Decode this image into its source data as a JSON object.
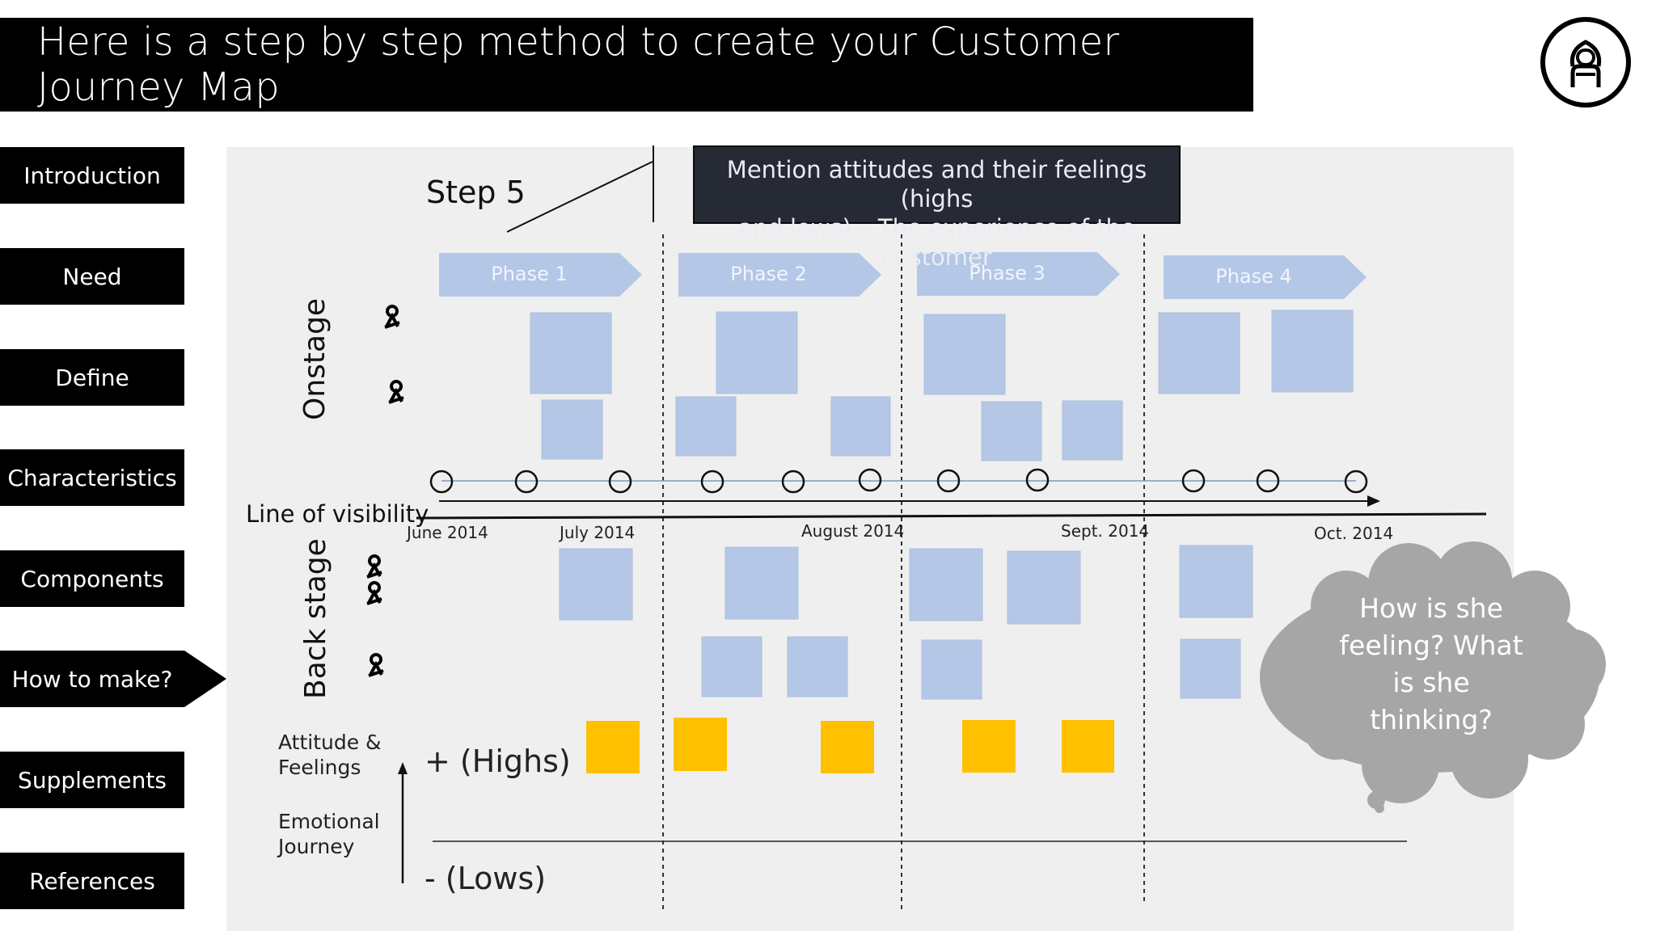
{
  "header": {
    "title": "Here is a step by step method to create your Customer Journey Map"
  },
  "nav": {
    "items": [
      {
        "label": "Introduction"
      },
      {
        "label": "Need"
      },
      {
        "label": "Define"
      },
      {
        "label": "Characteristics"
      },
      {
        "label": "Components"
      },
      {
        "label": "How to make?",
        "active": true
      },
      {
        "label": "Supplements"
      },
      {
        "label": "References"
      }
    ]
  },
  "step": {
    "title": "Step 5"
  },
  "callout": {
    "line1": "Mention attitudes and their feelings (highs",
    "line2": "and lows) – The experience of the customer"
  },
  "phases": [
    "Phase 1",
    "Phase 2",
    "Phase 3",
    "Phase 4"
  ],
  "lanes": {
    "onstage": "Onstage",
    "backstage": "Back stage",
    "visibility": "Line of visibility"
  },
  "timeline": {
    "dates": [
      "June 2014",
      "July 2014",
      "August 2014",
      "Sept. 2014",
      "Oct. 2014"
    ]
  },
  "emotion": {
    "attitude_line1": "Attitude &",
    "attitude_line2": "Feelings",
    "journey_line1": "Emotional",
    "journey_line2": "Journey",
    "highs": "+ (Highs)",
    "lows": "- (Lows)"
  },
  "thought": {
    "line1": "How is she",
    "line2": "feeling? What",
    "line3": "is she",
    "line4": "thinking?"
  },
  "colors": {
    "blue_note": "#b4c7e7",
    "yellow_note": "#ffc000",
    "cloud": "#a6a6a6",
    "nav_bg": "#000000",
    "callout_bg": "#252a34"
  }
}
